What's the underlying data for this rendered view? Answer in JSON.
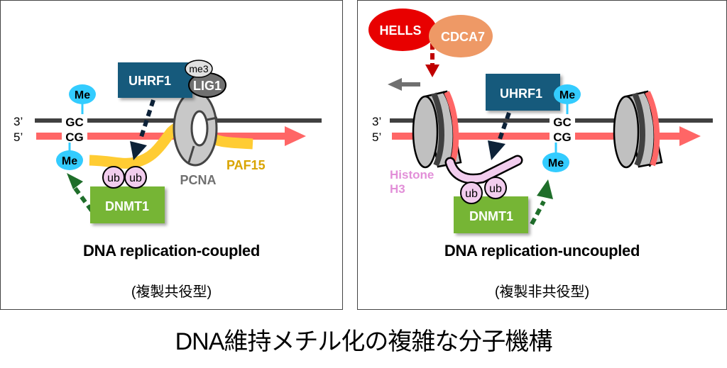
{
  "left_panel": {
    "strand_labels": {
      "top": "3’",
      "bottom": "5’"
    },
    "bases": {
      "top": "GC",
      "bottom": "CG"
    },
    "methyl_label": "Me",
    "uhrf1": "UHRF1",
    "me3": "me3",
    "lig1": "LIG1",
    "pcna": "PCNA",
    "paf15": "PAF15",
    "ub": "ub",
    "dnmt1": "DNMT1",
    "caption": "DNA replication-coupled",
    "caption_jp": "(複製共役型)"
  },
  "right_panel": {
    "strand_labels": {
      "top": "3’",
      "bottom": "5’"
    },
    "bases": {
      "top": "GC",
      "bottom": "CG"
    },
    "methyl_label": "Me",
    "hells": "HELLS",
    "cdca7": "CDCA7",
    "uhrf1": "UHRF1",
    "histone_h3_line1": "Histone",
    "histone_h3_line2": "H3",
    "ub": "ub",
    "dnmt1": "DNMT1",
    "caption": "DNA replication-uncoupled",
    "caption_jp": "(複製非共役型)"
  },
  "title": "DNA維持メチル化の複雑な分子機構",
  "colors": {
    "uhrf1": "#175a7c",
    "dnmt1": "#76b535",
    "methyl": "#33ccff",
    "ub": "#f2cdee",
    "paf15": "#ffcc33",
    "paf15_text": "#d9a400",
    "pcna": "#c8c8c8",
    "new_strand": "#ff6666",
    "template_strand": "#404040",
    "hells": "#e80000",
    "cdca7": "#ee9966",
    "histone": "#f2cdee",
    "histone_text": "#e28fd8",
    "arrow_green": "#1f6e2a",
    "arrow_navy": "#0d2238",
    "arrow_red": "#c00000"
  }
}
